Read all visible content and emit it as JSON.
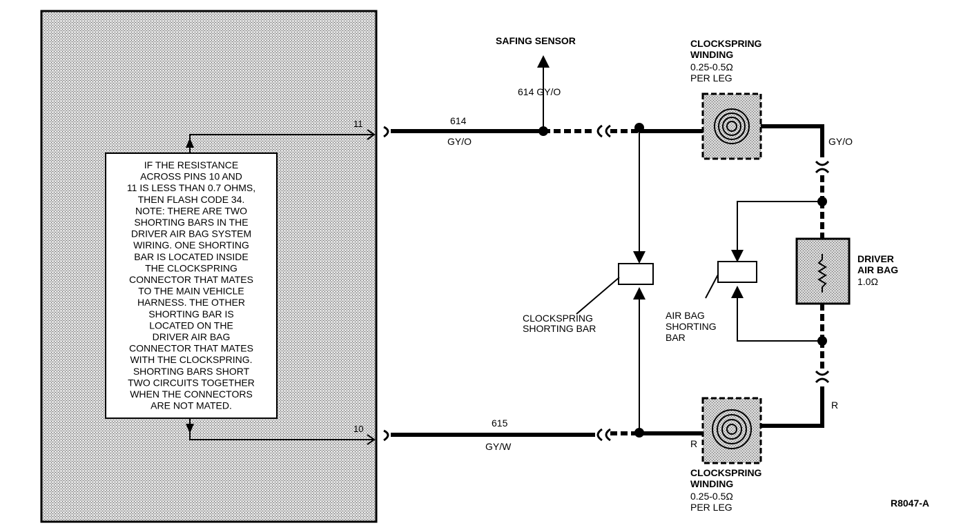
{
  "module": {
    "note_lines": [
      "IF THE RESISTANCE",
      "ACROSS PINS 10 AND",
      "11 IS LESS THAN 0.7  OHMS,",
      "THEN FLASH CODE 34.",
      "NOTE: THERE ARE TWO",
      "SHORTING BARS IN THE",
      "DRIVER AIR BAG SYSTEM",
      "WIRING. ONE SHORTING",
      "BAR IS LOCATED INSIDE",
      "THE CLOCKSPRING",
      "CONNECTOR THAT MATES",
      "TO THE MAIN VEHICLE",
      "HARNESS. THE OTHER",
      "SHORTING BAR IS",
      "LOCATED ON THE",
      "DRIVER AIR BAG",
      "CONNECTOR THAT MATES",
      "WITH THE CLOCKSPRING.",
      "SHORTING BARS SHORT",
      "TWO CIRCUITS TOGETHER",
      "WHEN THE CONNECTORS",
      "ARE NOT MATED."
    ],
    "pin_top": "11",
    "pin_bottom": "10"
  },
  "wires": {
    "top_circuit": "614",
    "top_color": "GY/O",
    "bottom_circuit": "615",
    "bottom_color": "GY/W",
    "branch_label": "614 GY/O",
    "right_top_color": "GY/O",
    "right_bottom_color": "R",
    "lower_left_color": "R"
  },
  "components": {
    "safing_sensor": "SAFING SENSOR",
    "clockspring_top": {
      "title1": "CLOCKSPRING",
      "title2": "WINDING",
      "spec1": "0.25-0.5Ω",
      "spec2": "PER LEG"
    },
    "clockspring_bottom": {
      "title1": "CLOCKSPRING",
      "title2": "WINDING",
      "spec1": "0.25-0.5Ω",
      "spec2": "PER LEG"
    },
    "driver_airbag": {
      "title1": "DRIVER",
      "title2": "AIR BAG",
      "spec": "1.0Ω"
    },
    "clockspring_shorting_bar": {
      "line1": "CLOCKSPRING",
      "line2": "SHORTING BAR"
    },
    "airbag_shorting_bar": {
      "line1": "AIR BAG",
      "line2": "SHORTING",
      "line3": "BAR"
    }
  },
  "figure_id": "R8047-A"
}
